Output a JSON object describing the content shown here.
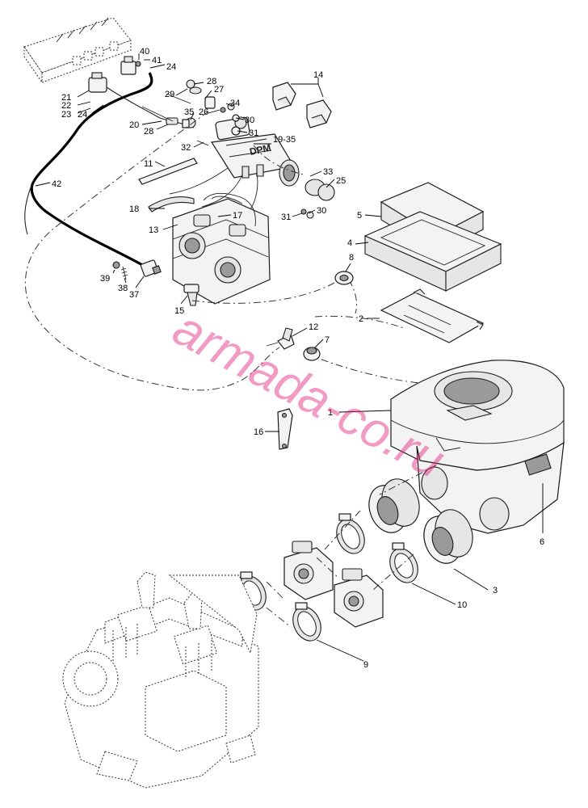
{
  "watermark": "armada-co.ru",
  "brand_mark": "DPM",
  "colors": {
    "watermark": "#e0217e",
    "lines": "#1a1a1a"
  },
  "callouts": [
    "40",
    "41",
    "24",
    "21",
    "22",
    "23",
    "24",
    "28",
    "29",
    "27",
    "26",
    "34",
    "35",
    "30",
    "31",
    "20",
    "28",
    "32",
    "19-35",
    "14",
    "11",
    "33",
    "25",
    "42",
    "18",
    "17",
    "13",
    "31",
    "30",
    "5",
    "4",
    "8",
    "39",
    "38",
    "37",
    "15",
    "2",
    "12",
    "7",
    "1",
    "16",
    "6",
    "3",
    "10",
    "9"
  ]
}
